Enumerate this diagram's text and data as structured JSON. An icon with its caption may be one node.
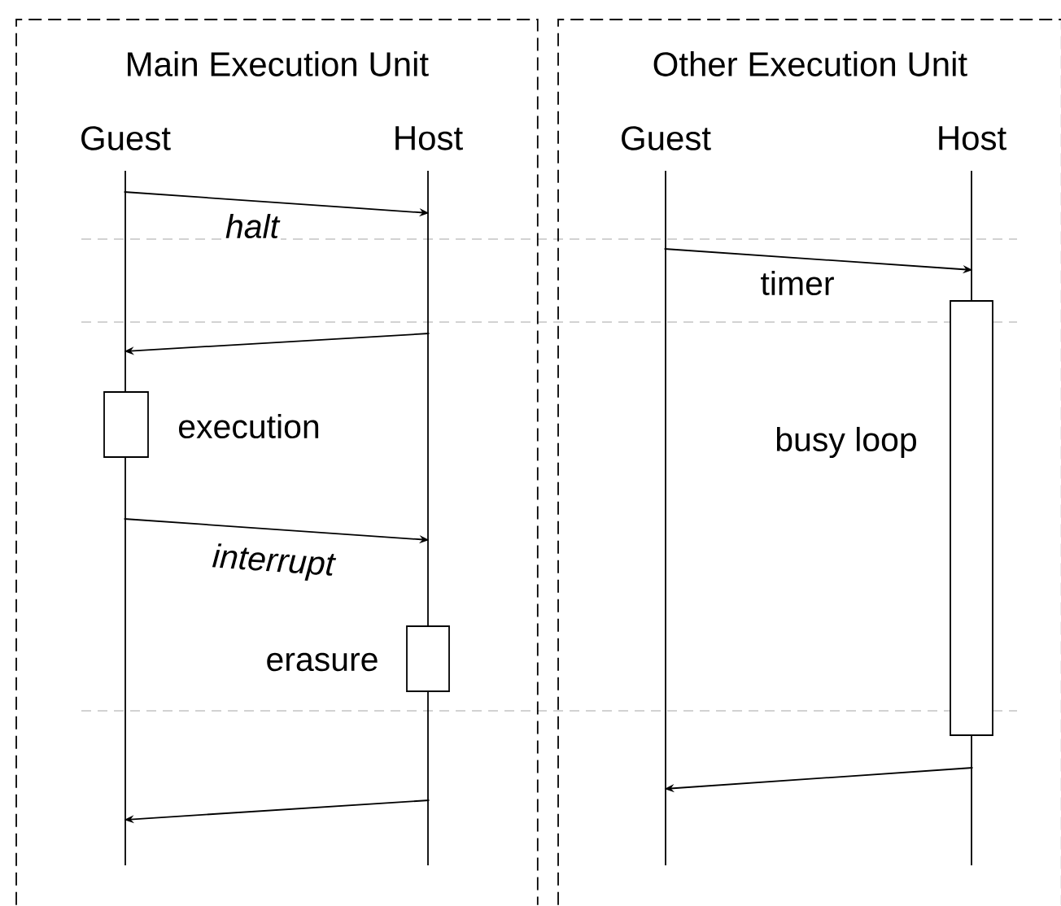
{
  "diagram": {
    "nodes": [
      {
        "text": [
          "Main Execution Unit"
        ]
      },
      {
        "text": [
          "Guest"
        ],
        "in": 0
      },
      {
        "text": [
          "Host"
        ],
        "in": 0
      },
      {
        "text": [],
        "shape": "box",
        "beside": [
          "execution"
        ],
        "in": 1
      },
      {
        "text": [],
        "shape": "box",
        "beside": [
          "erasure"
        ],
        "in": 2
      },
      {
        "text": [
          "Other Execution Unit"
        ]
      },
      {
        "text": [
          "Guest"
        ],
        "in": 5
      },
      {
        "text": [
          "Host"
        ],
        "in": 5
      },
      {
        "text": [],
        "shape": "box",
        "beside": [
          "busy loop"
        ],
        "in": 7
      }
    ],
    "edges": [
      {
        "from": 1,
        "to": 2,
        "arrow": "to",
        "label": "halt"
      },
      {
        "from": 2,
        "to": 1,
        "arrow": "to"
      },
      {
        "from": 1,
        "to": 2,
        "arrow": "to",
        "label": "interrupt"
      },
      {
        "from": 2,
        "to": 1,
        "arrow": "to"
      },
      {
        "from": 6,
        "to": 7,
        "arrow": "to",
        "label": "timer"
      },
      {
        "from": 7,
        "to": 6,
        "arrow": "to"
      }
    ]
  }
}
